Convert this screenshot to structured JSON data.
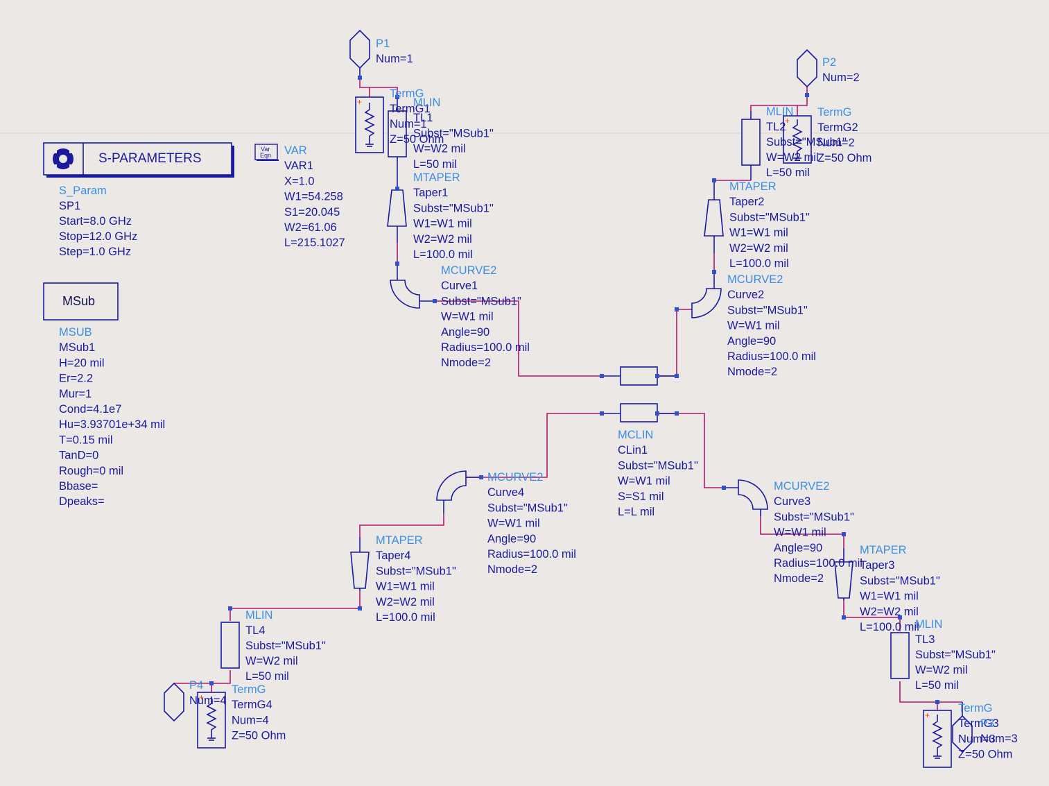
{
  "colors": {
    "background": "#ece8e6",
    "component": "#1a1aa0",
    "label_title": "#3a8fe3",
    "wire": "#b0196e",
    "pin": "#3050d0",
    "plus": "#ff4010"
  },
  "sparam_box": {
    "label": "S-PARAMETERS",
    "icon": "sparam-network-icon"
  },
  "var_box": {
    "icon_text_1": "Var",
    "icon_text_2": "Eqn"
  },
  "msub_box": {
    "label": "MSub"
  },
  "components": [
    {
      "id": "sp1",
      "lines": [
        "S_Param",
        "SP1",
        "Start=8.0 GHz",
        "Stop=12.0 GHz",
        "Step=1.0 GHz"
      ]
    },
    {
      "id": "var1",
      "lines": [
        "VAR",
        "VAR1",
        "X=1.0",
        "W1=54.258",
        "S1=20.045",
        "W2=61.06",
        "L=215.1027"
      ]
    },
    {
      "id": "msub1",
      "lines": [
        "MSUB",
        "MSub1",
        "H=20 mil",
        "Er=2.2",
        "Mur=1",
        "Cond=4.1e7",
        "Hu=3.93701e+34 mil",
        "T=0.15 mil",
        "TanD=0",
        "Rough=0 mil",
        "Bbase=",
        "Dpeaks="
      ]
    },
    {
      "id": "p1",
      "lines": [
        "P1",
        "Num=1"
      ]
    },
    {
      "id": "termg1",
      "lines": [
        "TermG",
        "TermG1",
        "Num=1",
        "Z=50 Ohm"
      ]
    },
    {
      "id": "tl1",
      "lines": [
        "MLIN",
        "TL1",
        "Subst=\"MSub1\"",
        "W=W2 mil",
        "L=50 mil"
      ]
    },
    {
      "id": "taper1",
      "lines": [
        "MTAPER",
        "Taper1",
        "Subst=\"MSub1\"",
        "W1=W1 mil",
        "W2=W2 mil",
        "L=100.0 mil"
      ]
    },
    {
      "id": "curve1",
      "lines": [
        "MCURVE2",
        "Curve1",
        "Subst=\"MSub1\"",
        "W=W1 mil",
        "Angle=90",
        "Radius=100.0 mil",
        "Nmode=2"
      ]
    },
    {
      "id": "p2",
      "lines": [
        "P2",
        "Num=2"
      ]
    },
    {
      "id": "tl2",
      "lines": [
        "MLIN",
        "TL2",
        "Subst=\"MSub1\"",
        "W=W2 mil",
        "L=50 mil"
      ]
    },
    {
      "id": "termg2",
      "lines": [
        "TermG",
        "TermG2",
        "Num=2",
        "Z=50 Ohm"
      ]
    },
    {
      "id": "taper2",
      "lines": [
        "MTAPER",
        "Taper2",
        "Subst=\"MSub1\"",
        "W1=W1 mil",
        "W2=W2 mil",
        "L=100.0 mil"
      ]
    },
    {
      "id": "curve2",
      "lines": [
        "MCURVE2",
        "Curve2",
        "Subst=\"MSub1\"",
        "W=W1 mil",
        "Angle=90",
        "Radius=100.0 mil",
        "Nmode=2"
      ]
    },
    {
      "id": "clin1",
      "lines": [
        "MCLIN",
        "CLin1",
        "Subst=\"MSub1\"",
        "W=W1 mil",
        "S=S1 mil",
        "L=L mil"
      ]
    },
    {
      "id": "curve4",
      "lines": [
        "MCURVE2",
        "Curve4",
        "Subst=\"MSub1\"",
        "W=W1 mil",
        "Angle=90",
        "Radius=100.0 mil",
        "Nmode=2"
      ]
    },
    {
      "id": "taper4",
      "lines": [
        "MTAPER",
        "Taper4",
        "Subst=\"MSub1\"",
        "W1=W1 mil",
        "W2=W2 mil",
        "L=100.0 mil"
      ]
    },
    {
      "id": "tl4",
      "lines": [
        "MLIN",
        "TL4",
        "Subst=\"MSub1\"",
        "W=W2 mil",
        "L=50 mil"
      ]
    },
    {
      "id": "p4",
      "lines": [
        "P4",
        "Num=4"
      ]
    },
    {
      "id": "termg4",
      "lines": [
        "TermG",
        "TermG4",
        "Num=4",
        "Z=50 Ohm"
      ]
    },
    {
      "id": "curve3",
      "lines": [
        "MCURVE2",
        "Curve3",
        "Subst=\"MSub1\"",
        "W=W1 mil",
        "Angle=90",
        "Radius=100.0 mil",
        "Nmode=2"
      ]
    },
    {
      "id": "taper3",
      "lines": [
        "MTAPER",
        "Taper3",
        "Subst=\"MSub1\"",
        "W1=W1 mil",
        "W2=W2 mil",
        "L=100.0 mil"
      ]
    },
    {
      "id": "tl3",
      "lines": [
        "MLIN",
        "TL3",
        "Subst=\"MSub1\"",
        "W=W2 mil",
        "L=50 mil"
      ]
    },
    {
      "id": "termg3",
      "lines": [
        "TermG",
        "TermG3",
        "Num=3",
        "Z=50 Ohm"
      ]
    },
    {
      "id": "p3",
      "lines": [
        "P3",
        "Num=3"
      ]
    }
  ]
}
